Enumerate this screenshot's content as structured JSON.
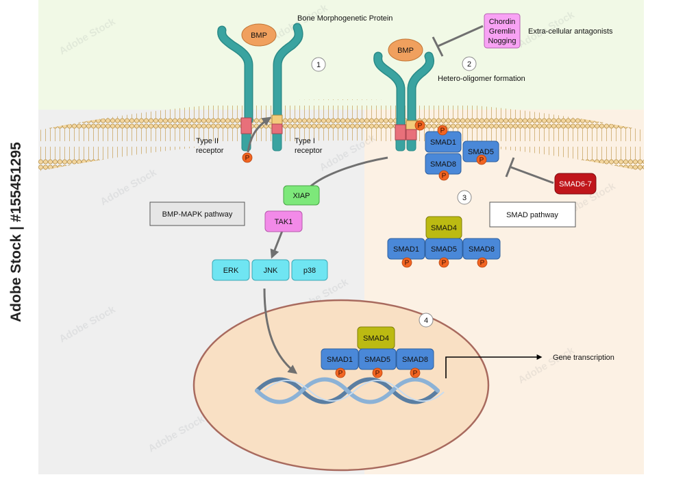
{
  "labels": {
    "bmp_title": "Bone Morphogenetic Protein",
    "antagonists": "Extra-cellular antagonists",
    "hetero": "Hetero-oligomer formation",
    "type2_l1": "Type II",
    "type2_l2": "receptor",
    "type1_l1": "Type I",
    "type1_l2": "receptor",
    "gene": "Gene transcription",
    "mapk_pathway": "BMP-MAPK pathway",
    "smad_pathway": "SMAD pathway"
  },
  "ligand": {
    "bmp": "BMP"
  },
  "antagonist_box": [
    "Chordin",
    "Gremlin",
    "Nogging"
  ],
  "steps": [
    "1",
    "2",
    "3",
    "4"
  ],
  "phospho": "P",
  "proteins": {
    "xiap": "XIAP",
    "tak1": "TAK1",
    "erk": "ERK",
    "jnk": "JNK",
    "p38": "p38",
    "smad1": "SMAD1",
    "smad5": "SMAD5",
    "smad8": "SMAD8",
    "smad4": "SMAD4",
    "smad67": "SMAD6-7"
  },
  "watermark": "Adobe Stock",
  "side_text": "Adobe Stock | #155451295",
  "colors": {
    "receptor": "#3aa3a0",
    "bmp": "#f0a05e",
    "smad": "#4a88d8",
    "smad4": "#bcba12",
    "phospho": "#f26522",
    "xiap": "#7de87a",
    "tak1": "#f28ae8",
    "mapk": "#6fe5f2",
    "smad67": "#c0161b",
    "antagonist": "#f8a2f4"
  }
}
